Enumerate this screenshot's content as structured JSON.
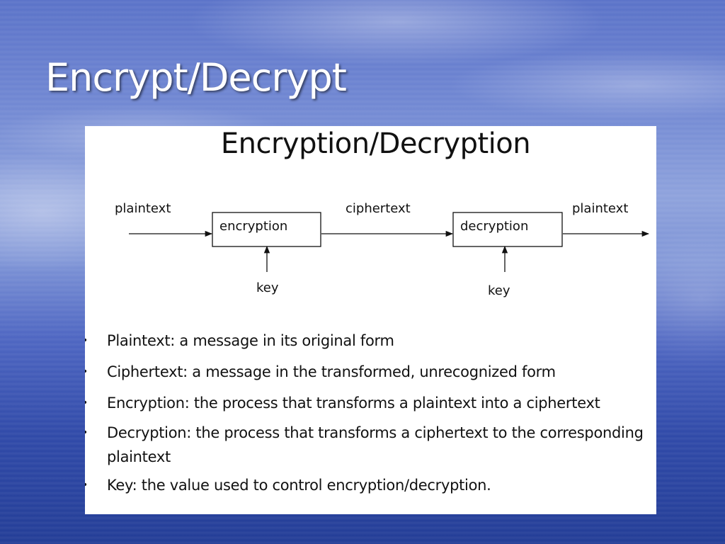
{
  "slide": {
    "title": "Encrypt/Decrypt"
  },
  "figure": {
    "heading": "Encryption/Decryption",
    "diagram": {
      "input_label": "plaintext",
      "encryption_box": "encryption",
      "middle_label": "ciphertext",
      "decryption_box": "decryption",
      "output_label": "plaintext",
      "encryption_key": "key",
      "decryption_key": "key"
    },
    "definitions": [
      {
        "text": "Plaintext: a message in its original form"
      },
      {
        "text": "Ciphertext: a message in the transformed, unrecognized form"
      },
      {
        "text": "Encryption: the process that transforms a plaintext into a ciphertext"
      },
      {
        "text": "Decryption: the process that transforms a ciphertext to the corresponding plaintext"
      },
      {
        "text": "Key: the value used to control encryption/decryption."
      }
    ]
  }
}
